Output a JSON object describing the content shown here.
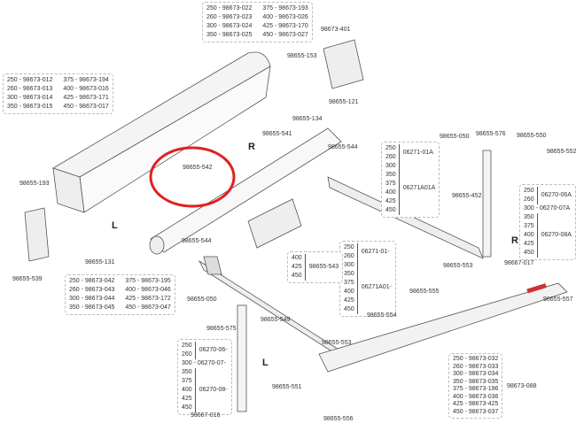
{
  "tables": {
    "top": [
      [
        "250 - 98673-022",
        "375 - 98673-193"
      ],
      [
        "260 - 98673-023",
        "400 - 98673-026"
      ],
      [
        "300 - 98673-024",
        "425 - 98673-170"
      ],
      [
        "350 - 98673-025",
        "450 - 98673-027"
      ]
    ],
    "left": [
      [
        "250 - 98673-012",
        "375 - 98673-194"
      ],
      [
        "260 - 98673-013",
        "400 - 98673-016"
      ],
      [
        "300 - 98673-014",
        "425 - 98673-171"
      ],
      [
        "350 - 98673-015",
        "450 - 98673-017"
      ]
    ],
    "bottom_left": [
      [
        "250 - 98673-042",
        "375 - 98673-195"
      ],
      [
        "260 - 98673-043",
        "400 - 98673-046"
      ],
      [
        "300 - 98673-044",
        "425 - 98673-172"
      ],
      [
        "350 - 98673-045",
        "450 - 98673-047"
      ]
    ],
    "front_bar": [
      "250 - 98673-032",
      "260 - 98673-033",
      "300 - 98673-034",
      "350 - 98673-035",
      "375 - 98673-196",
      "400 - 98673-036",
      "425 - 98673-425",
      "450 - 98673-037"
    ]
  },
  "arm_right_upper": {
    "g1_sizes": [
      "250",
      "260"
    ],
    "g1_code": "06271-01A",
    "g2_sizes": [
      "300",
      "350",
      "375",
      "400",
      "425",
      "450"
    ],
    "g2_code": "06271A01A"
  },
  "arm_mid": {
    "g1_sizes": [
      "250",
      "260"
    ],
    "g1_code": "06271-01-",
    "g2_sizes": [
      "300",
      "350",
      "375",
      "400",
      "425",
      "450"
    ],
    "g2_code": "06271A01-"
  },
  "leg_right": {
    "g1_sizes": [
      "250",
      "260"
    ],
    "g1_code": "06270-06A",
    "single": "300 - 06270-07A",
    "g2_sizes": [
      "350",
      "375",
      "400",
      "425",
      "450"
    ],
    "g2_code": "06270-08A"
  },
  "leg_left": {
    "g1_sizes": [
      "250",
      "260"
    ],
    "g1_code": "06270-06-",
    "single": "300 - 06270-07-",
    "g2_sizes": [
      "350",
      "375",
      "400",
      "425",
      "450"
    ],
    "g2_code": "06270-08-"
  },
  "bracket_543": {
    "sizes": [
      "400",
      "425",
      "450"
    ],
    "code": "98655-543"
  },
  "parts": {
    "p401": "98673-401",
    "p153": "98655-153",
    "p134": "98655-134",
    "p121": "98655-121",
    "p541": "98655-541",
    "p542": "98655-542",
    "p544a": "98655-544",
    "p544b": "98655-544",
    "p193": "98655-193",
    "p539": "98655-539",
    "p131": "98655-131",
    "p050a": "98655-050",
    "p576": "98655-576",
    "p550": "98655-550",
    "p552": "98655-552",
    "p452": "98655-452",
    "p017": "98667-017",
    "p557": "98655-557",
    "p553a": "98655-553",
    "p555": "98655-555",
    "p554": "98655-554",
    "p553b": "98655-553",
    "p050b": "98655-050",
    "p575": "98655-575",
    "p549": "98655-549",
    "p551": "98655-551",
    "p016": "98667-016",
    "p556": "98655-556",
    "p088": "98673-088"
  },
  "sides": {
    "r1": "R",
    "l1": "L",
    "r2": "R",
    "l2": "L"
  },
  "highlight_color": "#e02020"
}
